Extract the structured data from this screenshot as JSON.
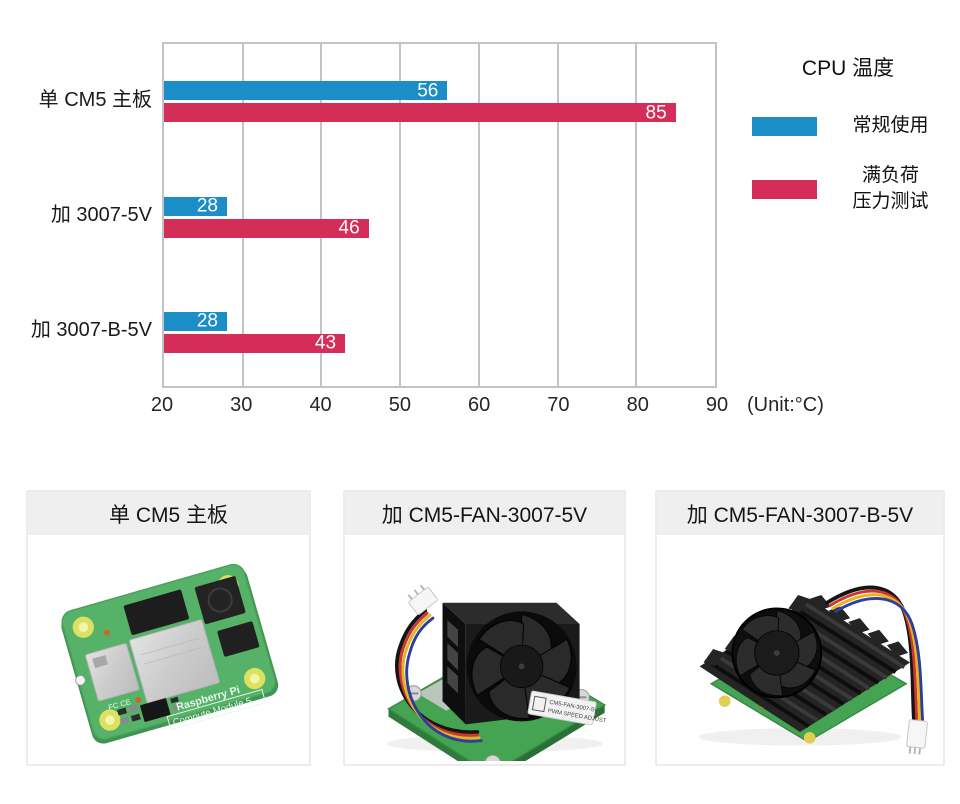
{
  "chart": {
    "unit_label": "(Unit:°C)",
    "legend": {
      "title": "CPU 温度",
      "items": [
        {
          "label_lines": [
            "常规使用"
          ],
          "color": "#1b8ec8"
        },
        {
          "label_lines": [
            "满负荷",
            "压力测试"
          ],
          "color": "#d42e58"
        }
      ]
    }
  },
  "chart_data": {
    "type": "bar",
    "orientation": "horizontal",
    "title": "CPU 温度",
    "categories": [
      "单 CM5 主板",
      "加 3007-5V",
      "加 3007-B-5V"
    ],
    "series": [
      {
        "name": "常规使用",
        "color": "#1b8ec8",
        "values": [
          56,
          28,
          28
        ]
      },
      {
        "name": "满负荷压力测试",
        "color": "#d42e58",
        "values": [
          85,
          46,
          43
        ]
      }
    ],
    "xlim": [
      20,
      90
    ],
    "xticks": [
      20,
      30,
      40,
      50,
      60,
      70,
      80,
      90
    ],
    "unit": "°C",
    "grid": "vertical-gridlines",
    "legend_position": "right",
    "bar_value_labels": "inside-right, white"
  },
  "cards": [
    {
      "title": "单 CM5 主板",
      "image": "cm5-board-photo"
    },
    {
      "title": "加 CM5-FAN-3007-5V",
      "image": "cm5-fan-3007-5v-photo"
    },
    {
      "title": "加 CM5-FAN-3007-B-5V",
      "image": "cm5-fan-3007-b-5v-photo"
    }
  ],
  "colors": {
    "bar_blue": "#1b8ec8",
    "bar_red": "#d42e58",
    "grid": "#c3c3c3",
    "card_header_bg": "#efefef",
    "card_border": "#ececec"
  }
}
